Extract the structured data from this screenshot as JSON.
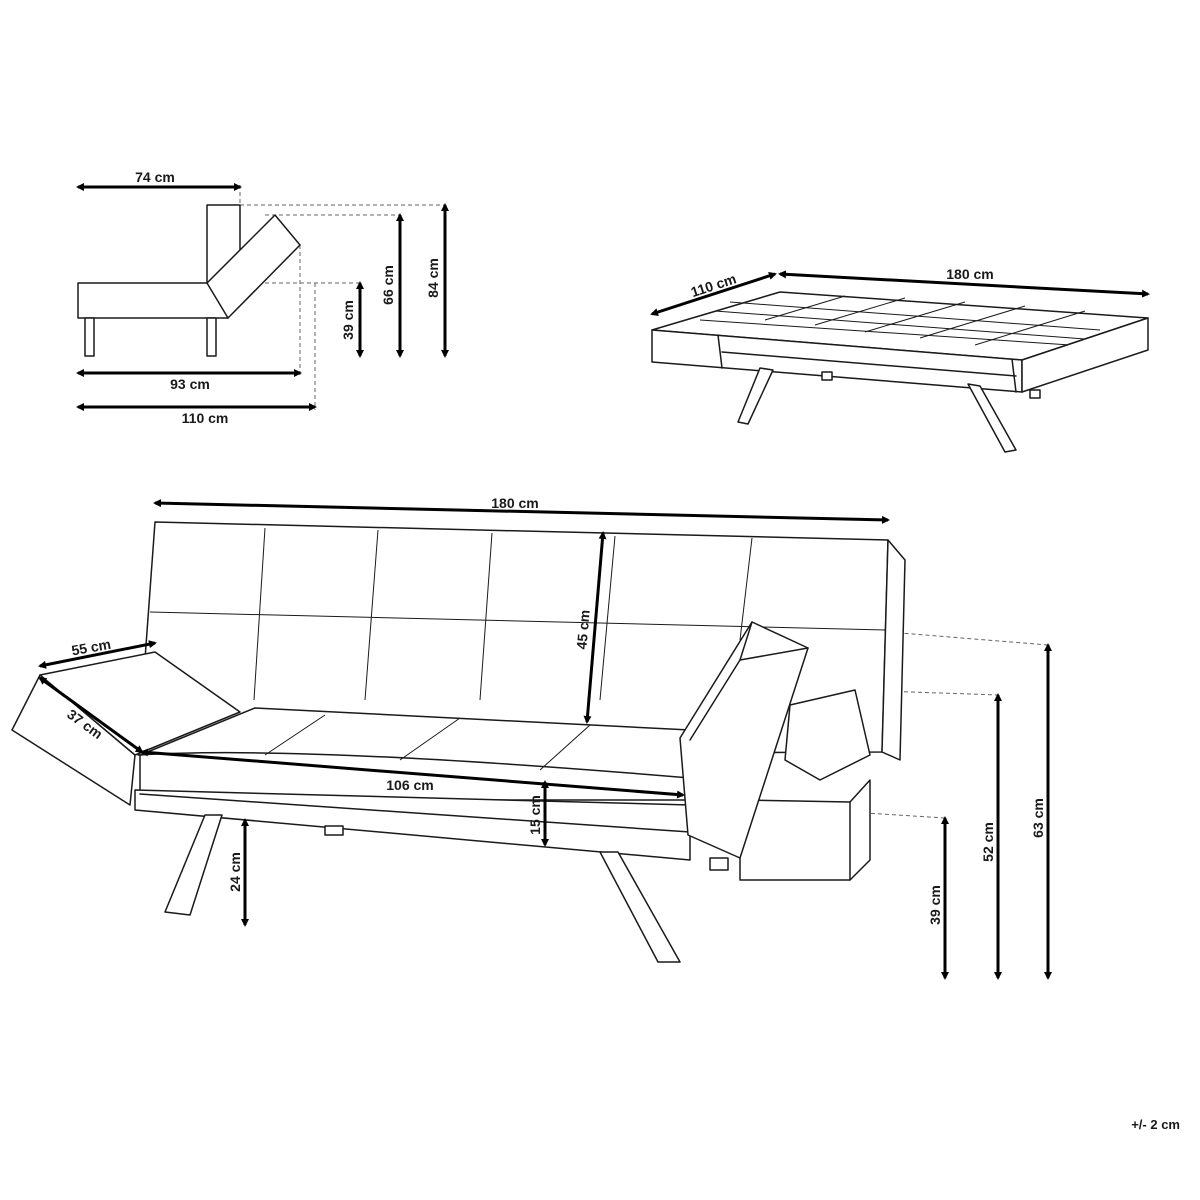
{
  "side_view": {
    "back_width": "74 cm",
    "seat_height": "39 cm",
    "back_top_height": "66 cm",
    "total_height": "84 cm",
    "seat_depth": "93 cm",
    "total_depth": "110 cm"
  },
  "bed_view": {
    "depth": "110 cm",
    "width": "180 cm"
  },
  "front_view": {
    "total_width": "180 cm",
    "backrest_height": "45 cm",
    "armrest_length": "55 cm",
    "armrest_width": "37 cm",
    "seat_width": "106 cm",
    "seat_thickness": "15 cm",
    "leg_height": "24 cm",
    "seat_height": "39 cm",
    "armrest_height": "52 cm",
    "armrest_up_height": "63 cm"
  },
  "tolerance": "+/- 2 cm",
  "colors": {
    "line": "#1a1a1a",
    "arrow": "#000000",
    "guide": "#666666"
  }
}
